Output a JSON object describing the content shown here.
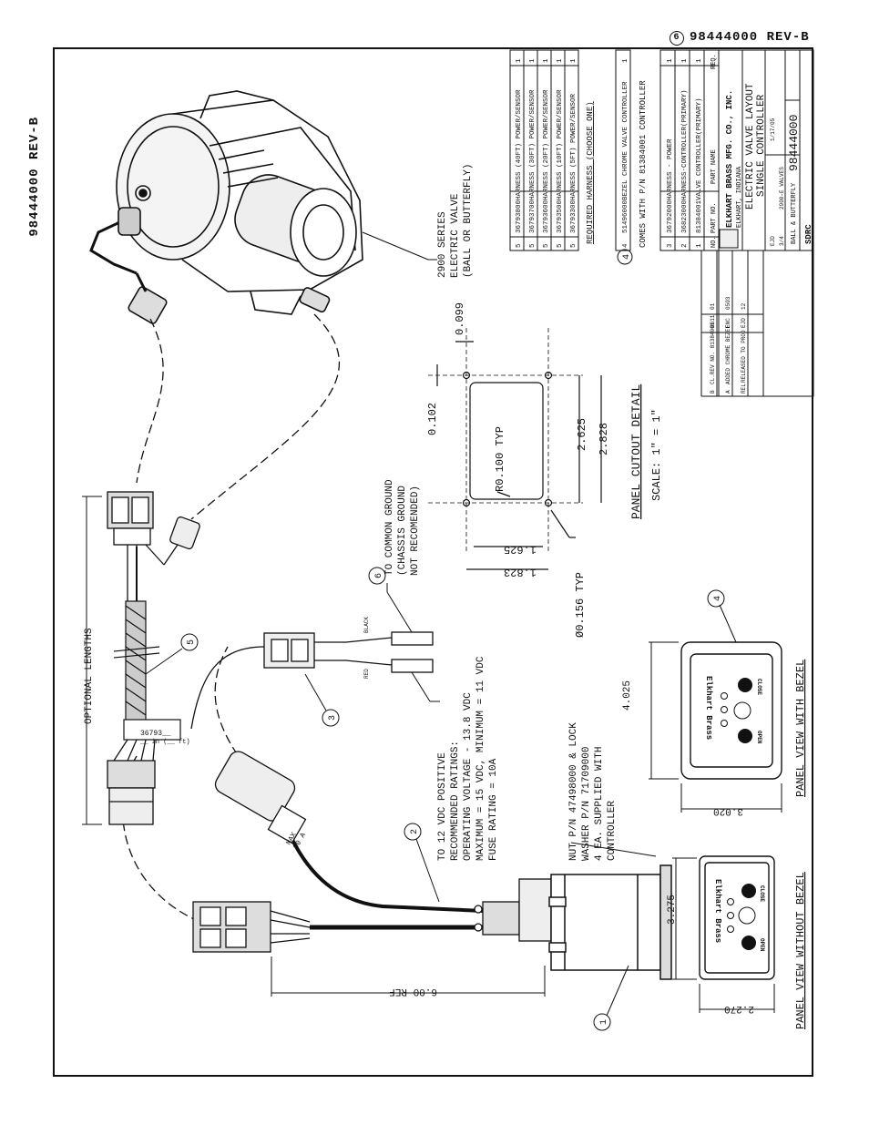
{
  "doc": {
    "number_top": "98444000 REV-B",
    "rev_marker": "6",
    "number_side": "98444000 REV-B"
  },
  "balloons": [
    "1",
    "2",
    "3",
    "4",
    "5",
    "6",
    "4",
    "6"
  ],
  "callouts": {
    "valve": [
      "2900 SERIES",
      "ELECTRIC VALVE",
      "(BALL OR BUTTERFLY)"
    ],
    "ground": [
      "TO COMMON GROUND",
      "(CHASSIS GROUND",
      "NOT RECOMENDED)"
    ],
    "power": [
      "TO 12 VDC POSITIVE",
      "RECOMMENDED RATINGS:",
      "OPERATING VOLTAGE - 13.8 VDC",
      "MAXIMUM = 15 VDC, MINIMUM = 11 VDC",
      "FUSE RATING = 10A"
    ],
    "nut": [
      "NUT P/N 47498000 & LOCK",
      "WASHER P/N 71709000",
      "4 EA. SUPPLIED WITH",
      "CONTROLLER"
    ],
    "optional_lengths": "OPTIONAL LENGTHS",
    "six_ref": "6.00 REF",
    "harness_tag": [
      "36793__",
      "__ in (__ ft)"
    ],
    "fuse_tag": [
      "MAX",
      "30 A"
    ],
    "wire_black": "BLACK",
    "wire_red": "RED"
  },
  "panel_cutout": {
    "title": "PANEL CUTOUT DETAIL",
    "scale": "SCALE: 1\" = 1\"",
    "dims": {
      "d1": "0.099",
      "d2": "0.102",
      "radius": "R0.100 TYP",
      "w1": "2.625",
      "w2": "2.828",
      "h1": "1.625",
      "h2": "1.823",
      "hole": "Ø0.156 TYP"
    }
  },
  "panel_views": {
    "with_bezel": {
      "title": "PANEL VIEW WITH BEZEL",
      "w": "4.025",
      "h": "3.020"
    },
    "without_bezel": {
      "title": "PANEL VIEW WITHOUT BEZEL",
      "w": "3.275",
      "h": "2.270"
    },
    "logo": "Elkhart Brass",
    "open": "OPEN",
    "close": "CLOSE"
  },
  "bom": {
    "harness_rows": [
      [
        "5",
        "36793800",
        "HARNESS (40FT) POWER/SENSOR",
        "1"
      ],
      [
        "5",
        "36793700",
        "HARNESS (30FT) POWER/SENSOR",
        "1"
      ],
      [
        "5",
        "36793600",
        "HARNESS (20FT) POWER/SENSOR",
        "1"
      ],
      [
        "5",
        "36793500",
        "HARNESS (10FT) POWER/SENSOR",
        "1"
      ],
      [
        "5",
        "36793300",
        "HARNESS (5FT) POWER/SENSOR",
        "1"
      ]
    ],
    "harness_note": "REQUIRED HARNESS (CHOOSE ONE)",
    "bezel_row": [
      "4",
      "51496000",
      "BEZEL CHROME VALVE CONTROLLER",
      "1"
    ],
    "bezel_note": "COMES WITH P/N 81384001 CONTROLLER",
    "main_rows": [
      [
        "3",
        "36792000",
        "HARNESS - POWER",
        "1"
      ],
      [
        "2",
        "36823000",
        "HARNESS-CONTROLLER(PRIMARY)",
        "1"
      ],
      [
        "1",
        "81384001",
        "VALVE CONTROLLER(PRIMARY)",
        "1"
      ]
    ],
    "header": [
      "NO.",
      "PART NO.",
      "PART NAME",
      "REQ."
    ]
  },
  "title_block": {
    "company": "ELKHART BRASS MFG. CO., INC.",
    "city": "ELKHART, INDIANA",
    "title": [
      "ELECTRIC VALVE LAYOUT",
      "SINGLE CONTROLLER"
    ],
    "part_no": "98444000",
    "dwn": "EJD",
    "date": "1/17/05",
    "scale": "3/4",
    "project": "2900-E VALVES",
    "desc": "BALL & BUTTERFLY",
    "sdrc": "SDRC"
  },
  "revisions": [
    [
      "B",
      "CL.REV NO. 81384001",
      "0611",
      "01"
    ],
    [
      "A",
      "ADDED CHROME BEZEL",
      "ENC",
      "0503"
    ],
    [
      "REL",
      "RELEASED TO PROD",
      "EJD",
      "12"
    ]
  ],
  "colors": {
    "ink": "#111111",
    "paper": "#ffffff"
  }
}
